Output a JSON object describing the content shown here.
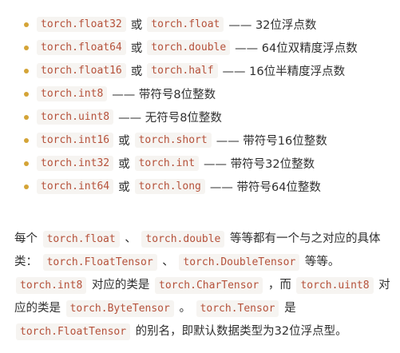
{
  "list": [
    {
      "code1": "torch.float32",
      "conj": "或",
      "code2": "torch.float",
      "desc": "—— 32位浮点数"
    },
    {
      "code1": "torch.float64",
      "conj": "或",
      "code2": "torch.double",
      "desc": "—— 64位双精度浮点数"
    },
    {
      "code1": "torch.float16",
      "conj": "或",
      "code2": "torch.half",
      "desc": "—— 16位半精度浮点数"
    },
    {
      "code1": "torch.int8",
      "desc": "—— 带符号8位整数"
    },
    {
      "code1": "torch.uint8",
      "desc": "—— 无符号8位整数"
    },
    {
      "code1": "torch.int16",
      "conj": "或",
      "code2": "torch.short",
      "desc": "—— 带符号16位整数"
    },
    {
      "code1": "torch.int32",
      "conj": "或",
      "code2": "torch.int",
      "desc": "—— 带符号32位整数"
    },
    {
      "code1": "torch.int64",
      "conj": "或",
      "code2": "torch.long",
      "desc": "—— 带符号64位整数"
    }
  ],
  "paragraph": {
    "t1": "每个",
    "c1": "torch.float",
    "t2": "、",
    "c2": "torch.double",
    "t3": "等等都有一个与之对应的具体类：",
    "c3": "torch.FloatTensor",
    "t4": "、",
    "c4": "torch.DoubleTensor",
    "t5": "等等。",
    "c5": "torch.int8",
    "t6": "对应的类是",
    "c6": "torch.CharTensor",
    "t7": "，而",
    "c7": "torch.uint8",
    "t8": "对应的类是",
    "c8": "torch.ByteTensor",
    "t9": "。",
    "c9": "torch.Tensor",
    "t10": "是",
    "c10": "torch.FloatTensor",
    "t11": "的别名，即默认数据类型为32位浮点型。"
  },
  "colors": {
    "bullet": "#d4a437",
    "code_text": "#b5513a",
    "code_bg": "#f6f4f1",
    "body_text": "#2f2f2f"
  }
}
